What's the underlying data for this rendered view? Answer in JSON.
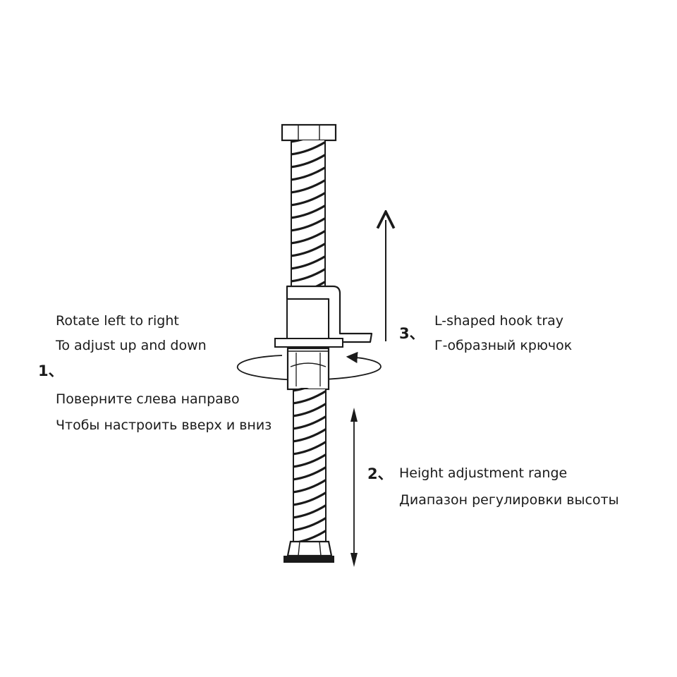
{
  "callouts": {
    "rotate": {
      "number": "1、",
      "line1": "Rotate left to right",
      "line2": "To adjust up and down",
      "line3": "Поверните слева направо",
      "line4": "Чтобы настроить вверх и вниз"
    },
    "height": {
      "number": "2、",
      "line1": "Height adjustment range",
      "line2": "Диапазон регулировки высоты"
    },
    "hook": {
      "number": "3、",
      "line1": "L-shaped hook tray",
      "line2": "Г-образный крючок"
    }
  },
  "colors": {
    "ink": "#1a1a1a",
    "background": "#ffffff"
  }
}
